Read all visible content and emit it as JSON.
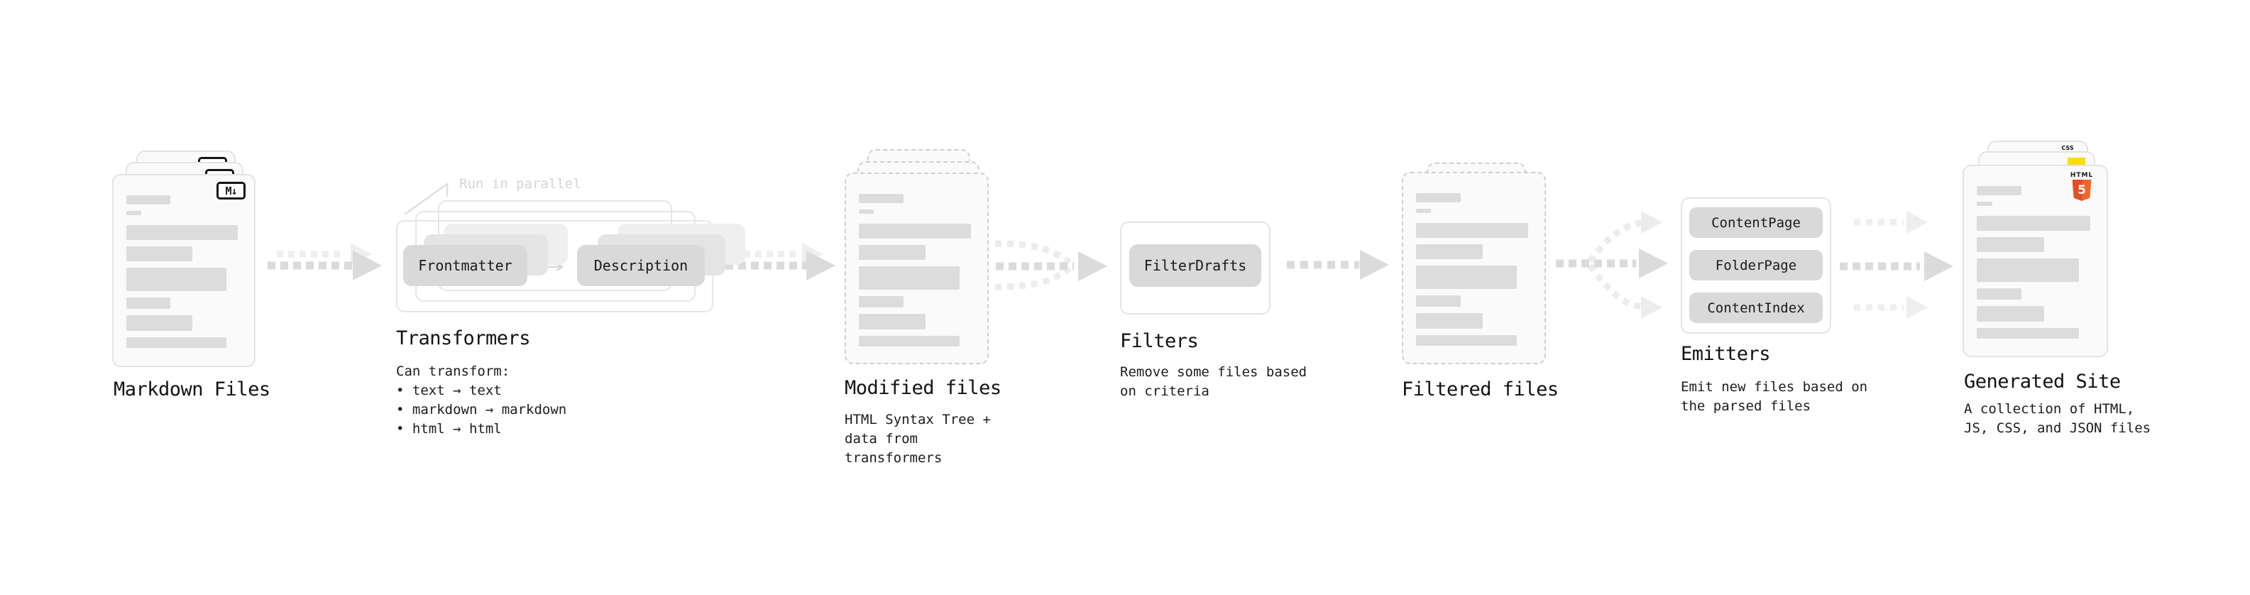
{
  "diagram": {
    "title_context": "Static site generation pipeline",
    "stages": {
      "markdown": {
        "label": "Markdown Files",
        "badge": "M↓"
      },
      "transformers": {
        "label": "Transformers",
        "callout": "Run in parallel",
        "pill_left": "Frontmatter",
        "pill_right": "Description",
        "description": "Can transform:\n • text → text\n • markdown → markdown\n • html → html"
      },
      "modified": {
        "label": "Modified files",
        "description": "HTML Syntax Tree +\ndata from transformers"
      },
      "filters": {
        "label": "Filters",
        "pill": "FilterDrafts",
        "description": "Remove some files based\non criteria"
      },
      "filtered": {
        "label": "Filtered files"
      },
      "emitters": {
        "label": "Emitters",
        "pills": [
          "ContentPage",
          "FolderPage",
          "ContentIndex"
        ],
        "description": "Emit new files based on\nthe parsed files"
      },
      "generated": {
        "label": "Generated Site",
        "description": "A collection of HTML,\nJS, CSS, and JSON files",
        "html5_word": "HTML",
        "html5_number": "5",
        "css_word": "CSS"
      }
    },
    "icons": {
      "markdown": "markdown-badge-icon",
      "html5": "html5-shield-icon",
      "css3": "css3-badge-icon",
      "js": "js-badge-icon"
    },
    "colors": {
      "background": "#ffffff",
      "card_bg": "#fafafa",
      "card_border": "#e3e3e3",
      "dashed_border": "#cfcfcf",
      "content_bar": "#dcdcdc",
      "pill_bg": "#d9d9d9",
      "arrow_dark": "#dbdbdb",
      "arrow_light": "#eeeeee",
      "callout_text": "#d4d4d4",
      "text": "#141414",
      "html5_orange": "#e44d26",
      "js_yellow": "#fcdd00",
      "css_blue": "#2760e5"
    }
  }
}
